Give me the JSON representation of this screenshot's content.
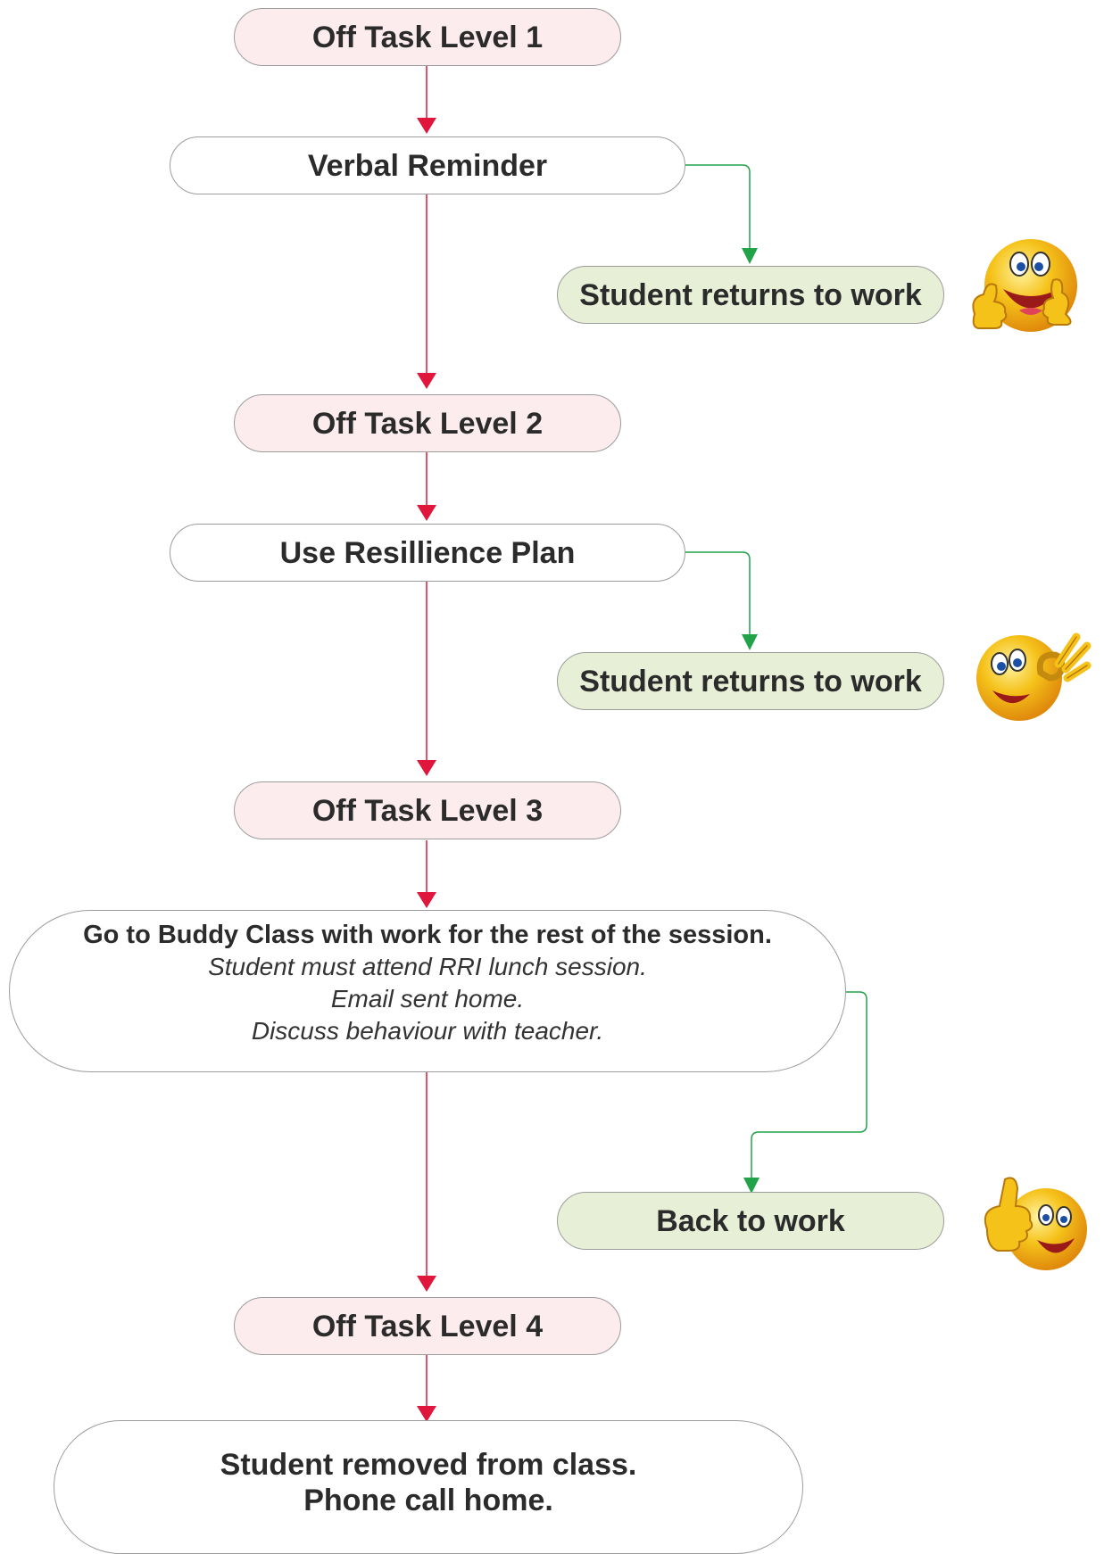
{
  "nodes": {
    "level1": "Off Task Level 1",
    "verbal": "Verbal Reminder",
    "returns1": "Student returns to work",
    "level2": "Off Task Level 2",
    "resilience": "Use Resillience Plan",
    "returns2": "Student returns to work",
    "level3": "Off Task Level 3",
    "buddy": {
      "main": "Go to Buddy Class with work for the rest of the session.",
      "line1": "Student must attend RRI lunch session.",
      "line2": "Email sent home.",
      "line3": "Discuss behaviour with teacher."
    },
    "back": "Back to work",
    "level4": "Off Task Level 4",
    "removed": {
      "line1": "Student removed from class.",
      "line2": "Phone call home."
    }
  },
  "emojis": [
    "thumbs-up-smiley-icon",
    "ok-hand-smiley-icon",
    "wink-thumbs-up-smiley-icon"
  ],
  "colors": {
    "level_fill": "#fcecee",
    "action_fill": "#ffffff",
    "return_fill": "#e7efd6",
    "escalation_arrow": "#e0173c",
    "return_arrow": "#22a34a",
    "emoji_yellow": "#f5c21a"
  }
}
